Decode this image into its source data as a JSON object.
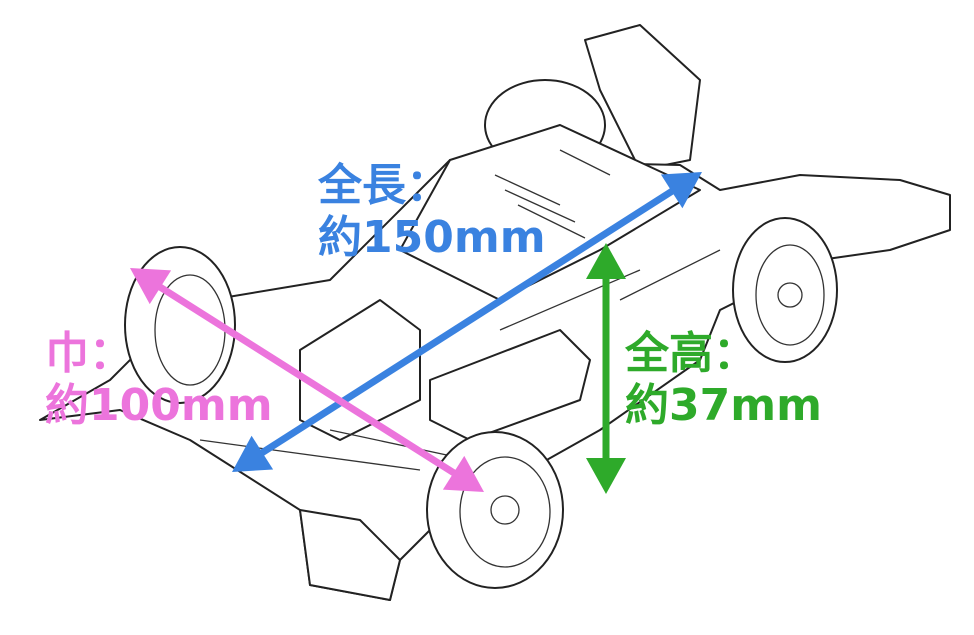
{
  "labels": {
    "length": {
      "line1": "全長：",
      "line2": "約150mm",
      "color": "#3a82e0"
    },
    "width": {
      "line1": "巾：",
      "line2": "約100mm",
      "color": "#ec74dc"
    },
    "height": {
      "line1": "全高：",
      "line2": "約37mm",
      "color": "#2eaa2a"
    }
  }
}
